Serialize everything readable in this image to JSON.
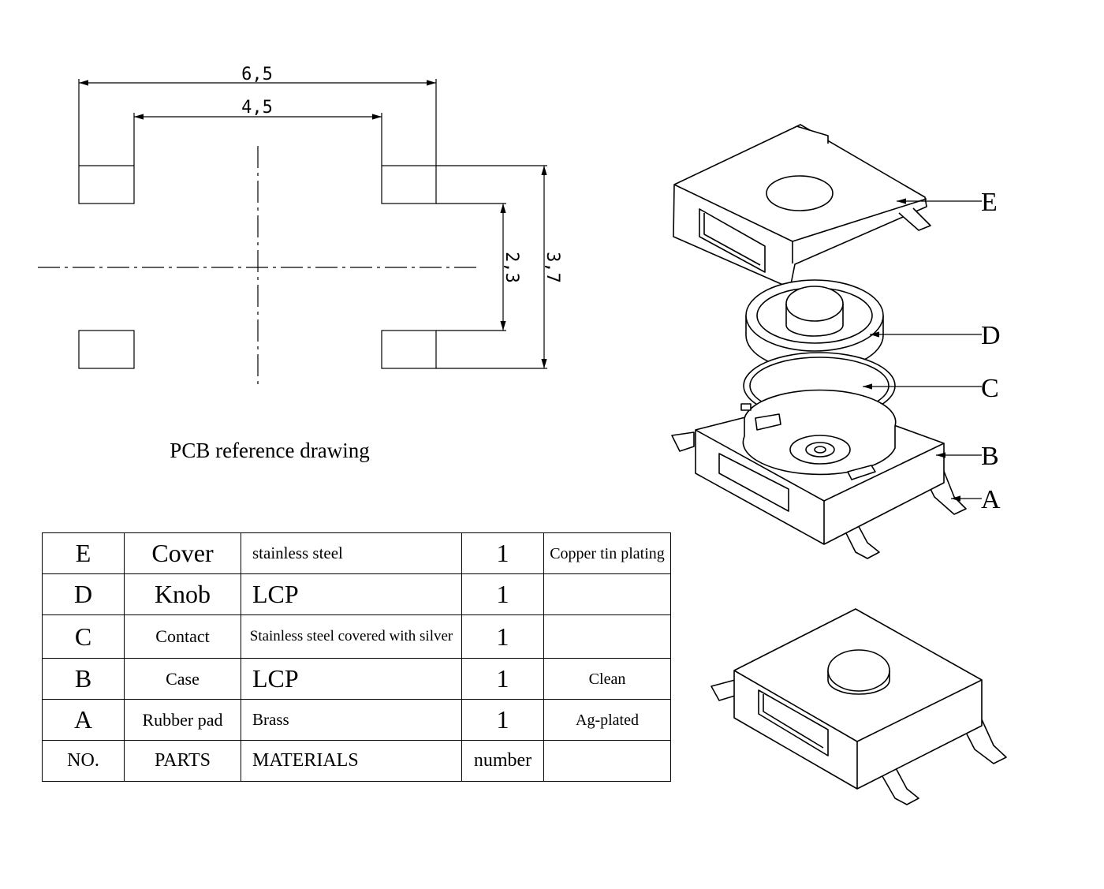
{
  "pcb": {
    "dim_outer_width": "6,5",
    "dim_inner_width": "4,5",
    "dim_pad_spacing": "2,3",
    "dim_overall_height": "3,7",
    "caption": "PCB reference drawing"
  },
  "callouts": [
    "E",
    "D",
    "C",
    "B",
    "A"
  ],
  "bom": {
    "header": {
      "no": "NO.",
      "parts": "PARTS",
      "materials": "MATERIALS",
      "number": "number",
      "note": ""
    },
    "rows": [
      {
        "no": "E",
        "part": "Cover",
        "material": "stainless steel",
        "qty": "1",
        "note": "Copper tin plating"
      },
      {
        "no": "D",
        "part": "Knob",
        "material": "LCP",
        "qty": "1",
        "note": ""
      },
      {
        "no": "C",
        "part": "Contact",
        "material": "Stainless steel covered with silver",
        "qty": "1",
        "note": ""
      },
      {
        "no": "B",
        "part": "Case",
        "material": "LCP",
        "qty": "1",
        "note": "Clean"
      },
      {
        "no": "A",
        "part": "Rubber pad",
        "material": "Brass",
        "qty": "1",
        "note": "Ag-plated"
      }
    ]
  }
}
